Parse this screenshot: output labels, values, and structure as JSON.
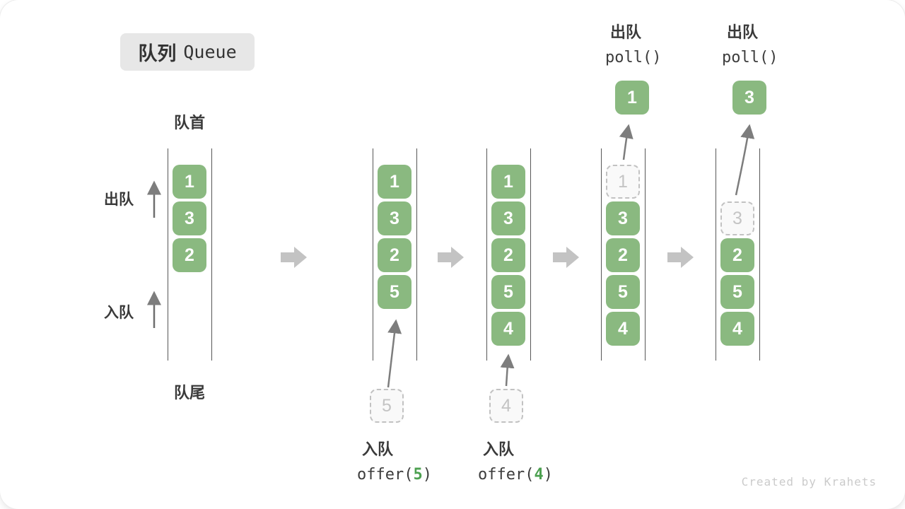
{
  "title": {
    "zh": "队列",
    "en": "Queue"
  },
  "front_label": "队首",
  "rear_label": "队尾",
  "side": {
    "dequeue": "出队",
    "enqueue": "入队"
  },
  "columns": {
    "c1": {
      "s1": "1",
      "s2": "3",
      "s3": "2"
    },
    "c2": {
      "s1": "1",
      "s2": "3",
      "s3": "2",
      "s4": "5",
      "incoming": "5"
    },
    "c3": {
      "s1": "1",
      "s2": "3",
      "s3": "2",
      "s4": "5",
      "s5": "4",
      "incoming": "4"
    },
    "c4": {
      "s1": "1",
      "s2": "3",
      "s3": "2",
      "s4": "5",
      "s5": "4",
      "popped": "1"
    },
    "c5": {
      "s2": "3",
      "s3": "2",
      "s4": "5",
      "s5": "4",
      "popped": "3"
    }
  },
  "operations": {
    "enqueue5": {
      "name": "入队",
      "code_pre": "offer(",
      "arg": "5",
      "code_post": ")"
    },
    "enqueue4": {
      "name": "入队",
      "code_pre": "offer(",
      "arg": "4",
      "code_post": ")"
    },
    "dequeue1": {
      "name": "出队",
      "code": "poll()"
    },
    "dequeue2": {
      "name": "出队",
      "code": "poll()"
    }
  },
  "watermark": "Created by Krahets",
  "colors": {
    "box_green": "#8ab980",
    "arg_green": "#4ca050",
    "flow_arrow_gray": "#c3c3c3",
    "thin_arrow_gray": "#7d7d7d",
    "wall_gray": "#575757",
    "dashed_gray": "#c2c2c2",
    "pill_gray": "#e7e7e7"
  }
}
